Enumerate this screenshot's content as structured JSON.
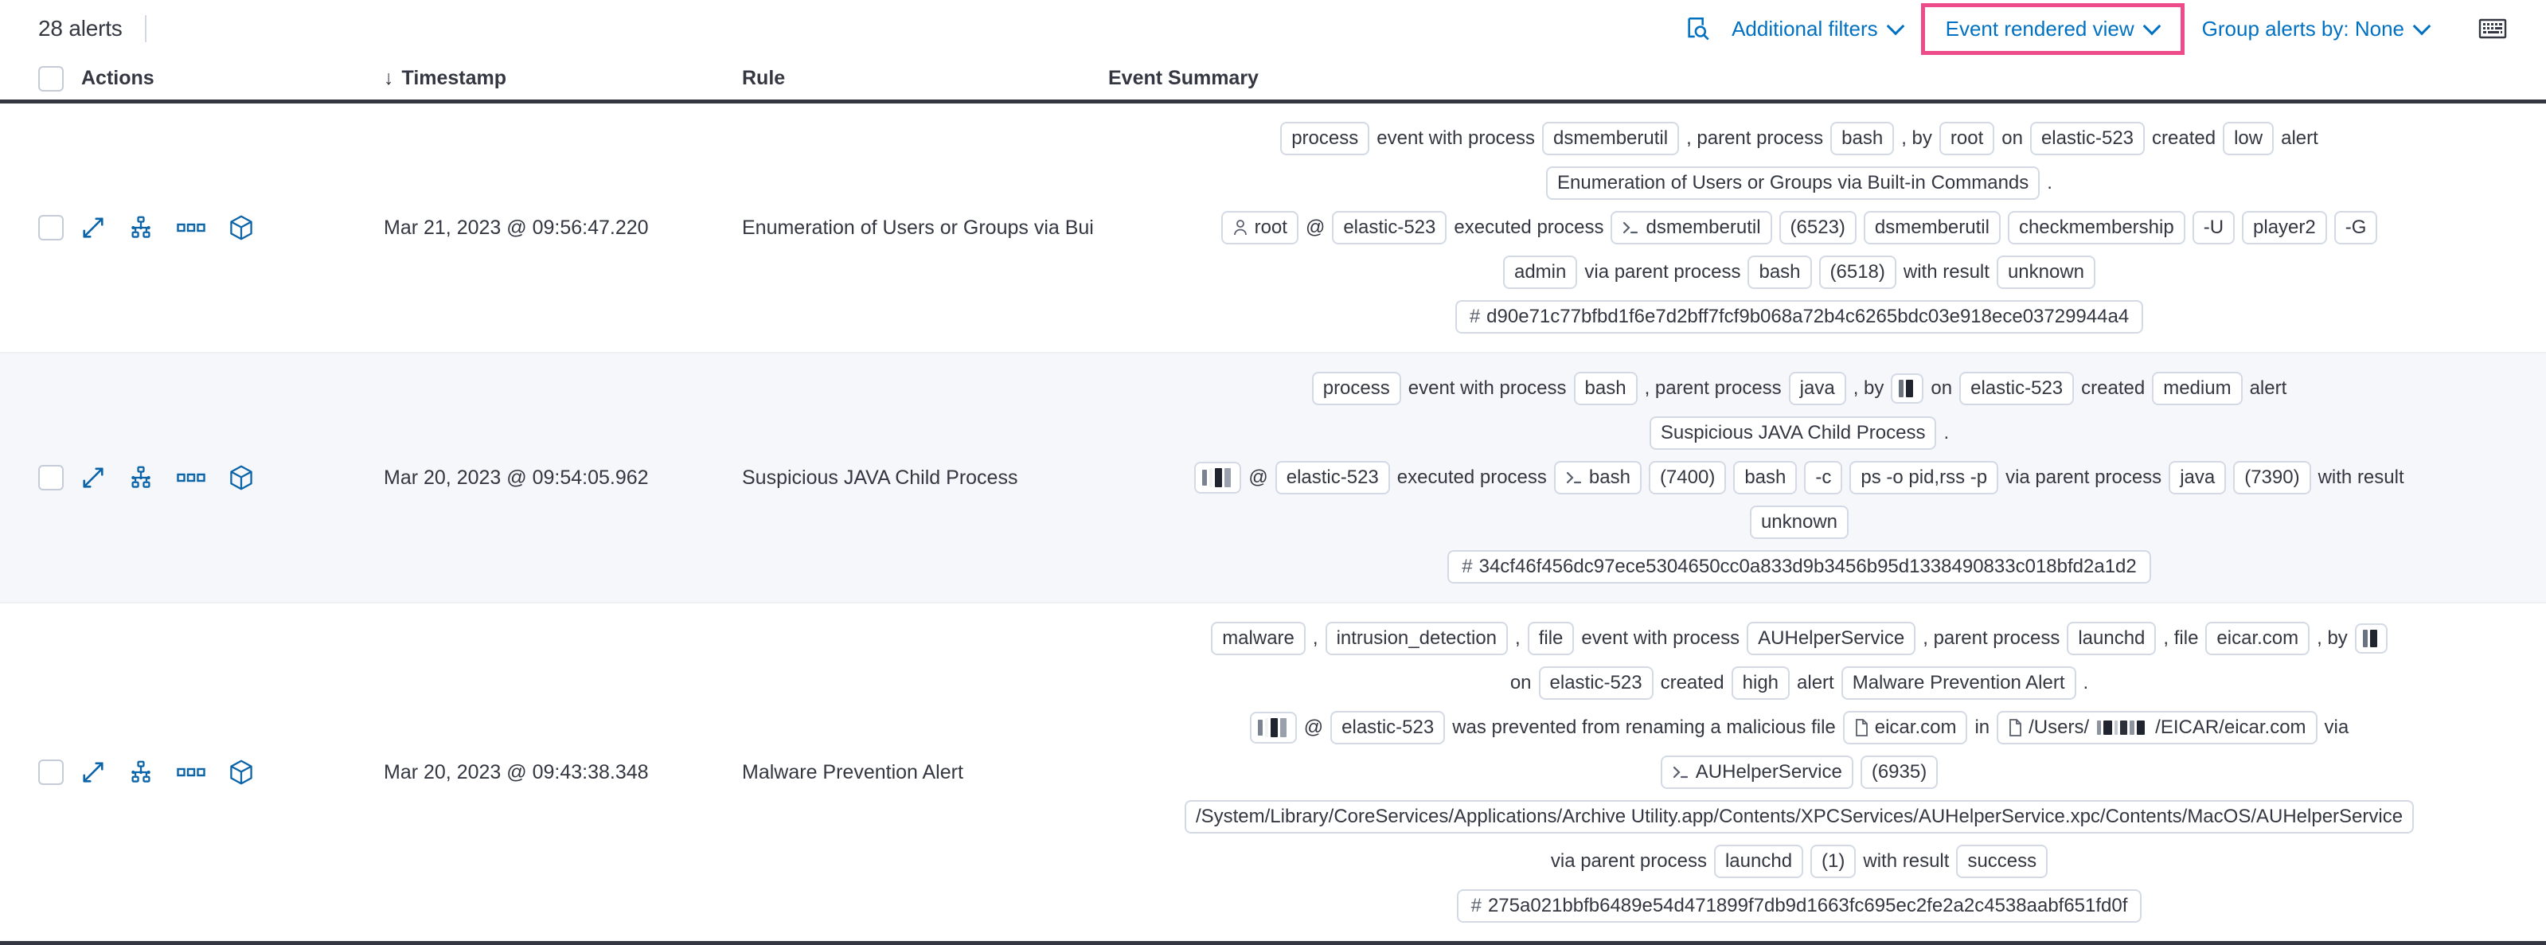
{
  "toolbar": {
    "alerts_count_label": "28 alerts",
    "inspect_icon": "inspect-icon",
    "additional_filters_label": "Additional filters",
    "event_rendered_view_label": "Event rendered view",
    "group_alerts_by_label": "Group alerts by: None",
    "keyboard_icon": "keyboard-icon",
    "highlight_color": "#ee4b8b",
    "link_color": "#0071c2"
  },
  "table": {
    "columns": {
      "select_all": "",
      "actions": "Actions",
      "timestamp": "Timestamp",
      "timestamp_sort": "↓",
      "rule": "Rule",
      "event_summary": "Event Summary"
    },
    "row_action_icons": [
      "expand-icon",
      "analyzer-icon",
      "more-actions-icon",
      "session-view-icon"
    ],
    "rows": [
      {
        "timestamp": "Mar 21, 2023 @ 09:56:47.220",
        "rule": "Enumeration of Users or Groups via Bui",
        "summary_lines": [
          [
            {
              "t": "chip",
              "v": "process"
            },
            {
              "t": "text",
              "v": "event with process"
            },
            {
              "t": "chip",
              "v": "dsmemberutil"
            },
            {
              "t": "text",
              "v": ", parent process"
            },
            {
              "t": "chip",
              "v": "bash"
            },
            {
              "t": "text",
              "v": ", by"
            },
            {
              "t": "chip",
              "v": "root"
            },
            {
              "t": "text",
              "v": "on"
            },
            {
              "t": "chip",
              "v": "elastic-523"
            },
            {
              "t": "text",
              "v": "created"
            },
            {
              "t": "chip",
              "v": "low"
            },
            {
              "t": "text",
              "v": "alert"
            }
          ],
          [
            {
              "t": "chip",
              "v": "Enumeration of Users or Groups via Built-in Commands"
            },
            {
              "t": "text",
              "v": "."
            }
          ],
          [
            {
              "t": "chip",
              "v": "root",
              "icon": "user-icon"
            },
            {
              "t": "text",
              "v": "@"
            },
            {
              "t": "chip",
              "v": "elastic-523"
            },
            {
              "t": "text",
              "v": "executed process"
            },
            {
              "t": "chip",
              "v": "dsmemberutil",
              "icon": "console-icon"
            },
            {
              "t": "chip",
              "v": "(6523)"
            },
            {
              "t": "chip",
              "v": "dsmemberutil"
            },
            {
              "t": "chip",
              "v": "checkmembership"
            },
            {
              "t": "chip",
              "v": "-U"
            },
            {
              "t": "chip",
              "v": "player2"
            },
            {
              "t": "chip",
              "v": "-G"
            }
          ],
          [
            {
              "t": "chip",
              "v": "admin"
            },
            {
              "t": "text",
              "v": "via parent process"
            },
            {
              "t": "chip",
              "v": "bash"
            },
            {
              "t": "chip",
              "v": "(6518)"
            },
            {
              "t": "text",
              "v": "with result"
            },
            {
              "t": "chip",
              "v": "unknown"
            }
          ],
          [
            {
              "t": "chip",
              "v": "d90e71c77bfbd1f6e7d2bff7fcf9b068a72b4c6265bdc03e918ece03729944a4",
              "icon": "hash-icon"
            }
          ]
        ]
      },
      {
        "timestamp": "Mar 20, 2023 @ 09:54:05.962",
        "rule": "Suspicious JAVA Child Process",
        "summary_lines": [
          [
            {
              "t": "chip",
              "v": "process"
            },
            {
              "t": "text",
              "v": "event with process"
            },
            {
              "t": "chip",
              "v": "bash"
            },
            {
              "t": "text",
              "v": ", parent process"
            },
            {
              "t": "chip",
              "v": "java"
            },
            {
              "t": "text",
              "v": ", by"
            },
            {
              "t": "redacted",
              "v": "small"
            },
            {
              "t": "text",
              "v": "on"
            },
            {
              "t": "chip",
              "v": "elastic-523"
            },
            {
              "t": "text",
              "v": "created"
            },
            {
              "t": "chip",
              "v": "medium"
            },
            {
              "t": "text",
              "v": "alert"
            }
          ],
          [
            {
              "t": "chip",
              "v": "Suspicious JAVA Child Process"
            },
            {
              "t": "text",
              "v": "."
            }
          ],
          [
            {
              "t": "redacted",
              "v": "wide"
            },
            {
              "t": "text",
              "v": "@"
            },
            {
              "t": "chip",
              "v": "elastic-523"
            },
            {
              "t": "text",
              "v": "executed process"
            },
            {
              "t": "chip",
              "v": "bash",
              "icon": "console-icon"
            },
            {
              "t": "chip",
              "v": "(7400)"
            },
            {
              "t": "chip",
              "v": "bash"
            },
            {
              "t": "chip",
              "v": "-c"
            },
            {
              "t": "chip",
              "v": "ps -o pid,rss -p"
            },
            {
              "t": "text",
              "v": "via parent process"
            },
            {
              "t": "chip",
              "v": "java"
            },
            {
              "t": "chip",
              "v": "(7390)"
            },
            {
              "t": "text",
              "v": "with result"
            }
          ],
          [
            {
              "t": "chip",
              "v": "unknown"
            }
          ],
          [
            {
              "t": "chip",
              "v": "34cf46f456dc97ece5304650cc0a833d9b3456b95d1338490833c018bfd2a1d2",
              "icon": "hash-icon"
            }
          ]
        ]
      },
      {
        "timestamp": "Mar 20, 2023 @ 09:43:38.348",
        "rule": "Malware Prevention Alert",
        "summary_lines": [
          [
            {
              "t": "chip",
              "v": "malware"
            },
            {
              "t": "text",
              "v": ","
            },
            {
              "t": "chip",
              "v": "intrusion_detection"
            },
            {
              "t": "text",
              "v": ","
            },
            {
              "t": "chip",
              "v": "file"
            },
            {
              "t": "text",
              "v": "event with process"
            },
            {
              "t": "chip",
              "v": "AUHelperService"
            },
            {
              "t": "text",
              "v": ", parent process"
            },
            {
              "t": "chip",
              "v": "launchd"
            },
            {
              "t": "text",
              "v": ", file"
            },
            {
              "t": "chip",
              "v": "eicar.com"
            },
            {
              "t": "text",
              "v": ", by"
            },
            {
              "t": "redacted",
              "v": "small"
            }
          ],
          [
            {
              "t": "text",
              "v": "on"
            },
            {
              "t": "chip",
              "v": "elastic-523"
            },
            {
              "t": "text",
              "v": "created"
            },
            {
              "t": "chip",
              "v": "high"
            },
            {
              "t": "text",
              "v": "alert"
            },
            {
              "t": "chip",
              "v": "Malware Prevention Alert"
            },
            {
              "t": "text",
              "v": "."
            }
          ],
          [
            {
              "t": "redacted",
              "v": "wide"
            },
            {
              "t": "text",
              "v": "@"
            },
            {
              "t": "chip",
              "v": "elastic-523"
            },
            {
              "t": "text",
              "v": "was prevented from renaming a malicious file"
            },
            {
              "t": "chip",
              "v": "eicar.com",
              "icon": "file-icon"
            },
            {
              "t": "text",
              "v": "in"
            },
            {
              "t": "chip-path",
              "v": "/Users/",
              "suffix": "/EICAR/eicar.com",
              "icon": "file-icon"
            },
            {
              "t": "text",
              "v": "via"
            }
          ],
          [
            {
              "t": "chip",
              "v": "AUHelperService",
              "icon": "console-icon"
            },
            {
              "t": "chip",
              "v": "(6935)"
            }
          ],
          [
            {
              "t": "chip",
              "v": "/System/Library/CoreServices/Applications/Archive Utility.app/Contents/XPCServices/AUHelperService.xpc/Contents/MacOS/AUHelperService"
            }
          ],
          [
            {
              "t": "text",
              "v": "via parent process"
            },
            {
              "t": "chip",
              "v": "launchd"
            },
            {
              "t": "chip",
              "v": "(1)"
            },
            {
              "t": "text",
              "v": "with result"
            },
            {
              "t": "chip",
              "v": "success"
            }
          ],
          [
            {
              "t": "chip",
              "v": "275a021bbfb6489e54d471899f7db9d1663fc695ec2fe2a2c4538aabf651fd0f",
              "icon": "hash-icon"
            }
          ]
        ]
      }
    ]
  }
}
